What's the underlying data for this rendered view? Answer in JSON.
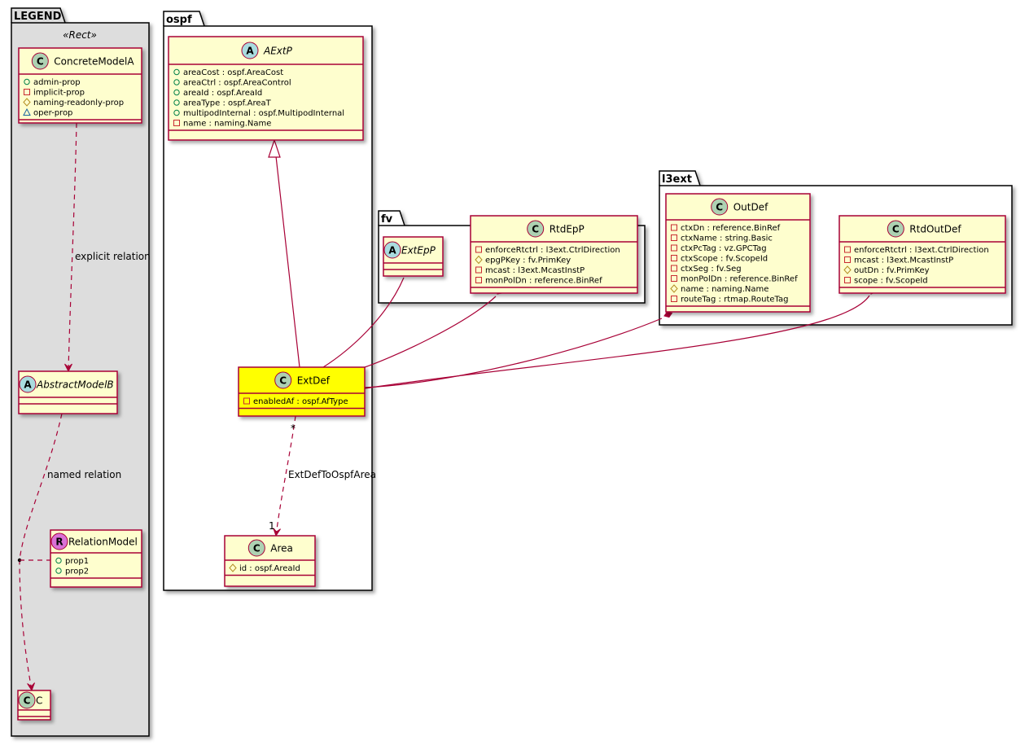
{
  "colors": {
    "class_fill": "#FEFECE",
    "class_border": "#A80036",
    "highlight_fill": "#FFFF00",
    "legend_fill": "#DDDDDD",
    "badge_C": "#ADD1B2",
    "badge_A": "#A9DCDF",
    "badge_R": "#DA70D6",
    "vis_public": "#038048",
    "vis_private": "#C82930",
    "vis_protected": "#B38D22",
    "vis_package": "#1963A0"
  },
  "packages": {
    "legend": {
      "label": "LEGEND",
      "stereotype": "«Rect»",
      "classes": {
        "concrete": {
          "badge": "C",
          "name": "ConcreteModelA",
          "attrs": [
            {
              "vis": "public",
              "text": "admin-prop"
            },
            {
              "vis": "private",
              "text": "implicit-prop"
            },
            {
              "vis": "protected",
              "text": "naming-readonly-prop"
            },
            {
              "vis": "package",
              "text": "oper-prop"
            }
          ]
        },
        "abstract": {
          "badge": "A",
          "name": "AbstractModelB",
          "attrs": []
        },
        "relation": {
          "badge": "R",
          "name": "RelationModel",
          "attrs": [
            {
              "vis": "public",
              "text": "prop1"
            },
            {
              "vis": "public",
              "text": "prop2"
            }
          ]
        },
        "c": {
          "badge": "C",
          "name": "C",
          "attrs": []
        }
      },
      "relations": {
        "explicit": "explicit relation",
        "named": "named relation"
      }
    },
    "ospf": {
      "label": "ospf",
      "classes": {
        "aextp": {
          "badge": "A",
          "name": "AExtP",
          "attrs": [
            {
              "vis": "public",
              "text": "areaCost : ospf.AreaCost"
            },
            {
              "vis": "public",
              "text": "areaCtrl : ospf.AreaControl"
            },
            {
              "vis": "public",
              "text": "areaId : ospf.AreaId"
            },
            {
              "vis": "public",
              "text": "areaType : ospf.AreaT"
            },
            {
              "vis": "public",
              "text": "multipodInternal : ospf.MultipodInternal"
            },
            {
              "vis": "private",
              "text": "name : naming.Name"
            }
          ]
        },
        "extdef": {
          "badge": "C",
          "name": "ExtDef",
          "attrs": [
            {
              "vis": "private",
              "text": "enabledAf : ospf.AfType"
            }
          ]
        },
        "area": {
          "badge": "C",
          "name": "Area",
          "attrs": [
            {
              "vis": "protected",
              "text": "id : ospf.AreaId"
            }
          ]
        }
      },
      "relations": {
        "extdef_to_area": {
          "label": "ExtDefToOspfArea",
          "source_mult": "*",
          "target_mult": "1"
        }
      }
    },
    "fv": {
      "label": "fv",
      "classes": {
        "extepp": {
          "badge": "A",
          "name": "ExtEpP",
          "attrs": []
        },
        "rtdepp": {
          "badge": "C",
          "name": "RtdEpP",
          "attrs": [
            {
              "vis": "private",
              "text": "enforceRtctrl : l3ext.CtrlDirection"
            },
            {
              "vis": "protected",
              "text": "epgPKey : fv.PrimKey"
            },
            {
              "vis": "private",
              "text": "mcast : l3ext.McastInstP"
            },
            {
              "vis": "private",
              "text": "monPolDn : reference.BinRef"
            }
          ]
        }
      }
    },
    "l3ext": {
      "label": "l3ext",
      "classes": {
        "outdef": {
          "badge": "C",
          "name": "OutDef",
          "attrs": [
            {
              "vis": "private",
              "text": "ctxDn : reference.BinRef"
            },
            {
              "vis": "private",
              "text": "ctxName : string.Basic"
            },
            {
              "vis": "private",
              "text": "ctxPcTag : vz.GPCTag"
            },
            {
              "vis": "private",
              "text": "ctxScope : fv.ScopeId"
            },
            {
              "vis": "private",
              "text": "ctxSeg : fv.Seg"
            },
            {
              "vis": "private",
              "text": "monPolDn : reference.BinRef"
            },
            {
              "vis": "protected",
              "text": "name : naming.Name"
            },
            {
              "vis": "private",
              "text": "routeTag : rtmap.RouteTag"
            }
          ]
        },
        "rtdoutdef": {
          "badge": "C",
          "name": "RtdOutDef",
          "attrs": [
            {
              "vis": "private",
              "text": "enforceRtctrl : l3ext.CtrlDirection"
            },
            {
              "vis": "private",
              "text": "mcast : l3ext.McastInstP"
            },
            {
              "vis": "protected",
              "text": "outDn : fv.PrimKey"
            },
            {
              "vis": "private",
              "text": "scope : fv.ScopeId"
            }
          ]
        }
      }
    }
  }
}
